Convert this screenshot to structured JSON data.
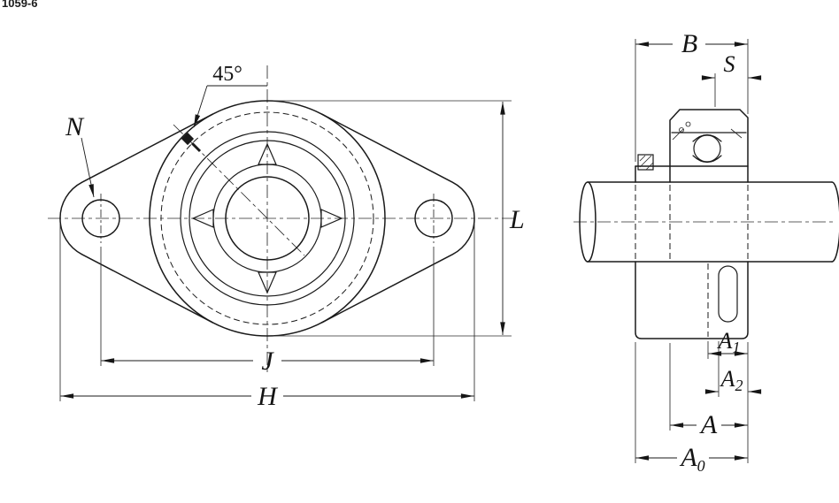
{
  "corner_label": "1059-6",
  "front_view": {
    "angle_label": "45°",
    "bolt_hole_label": "N",
    "height_label": "L",
    "bolt_spacing_label": "J",
    "width_label": "H"
  },
  "side_view": {
    "ring_width_label": "B",
    "setscrew_label": "S",
    "a1_base": "A",
    "a1_sub": "1",
    "a2_base": "A",
    "a2_sub": "2",
    "housing_width_label": "A",
    "a0_base": "A",
    "a0_sub": "0"
  }
}
